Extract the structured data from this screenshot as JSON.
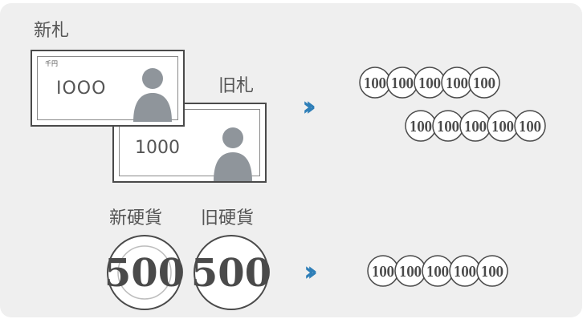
{
  "labels": {
    "new_note": "新札",
    "old_note": "旧札",
    "new_coin": "新硬貨",
    "old_coin": "旧硬貨"
  },
  "notes": {
    "new": {
      "denomination_small": "千円",
      "amount": "IOOO"
    },
    "old": {
      "amount": "1000"
    }
  },
  "coins": {
    "big_value": "500",
    "small_value": "100"
  },
  "arrows": {
    "glyph": "››"
  },
  "colors": {
    "arrow": "#2f7fb8",
    "panel": "#efefef",
    "ink": "#4a4a4a"
  }
}
